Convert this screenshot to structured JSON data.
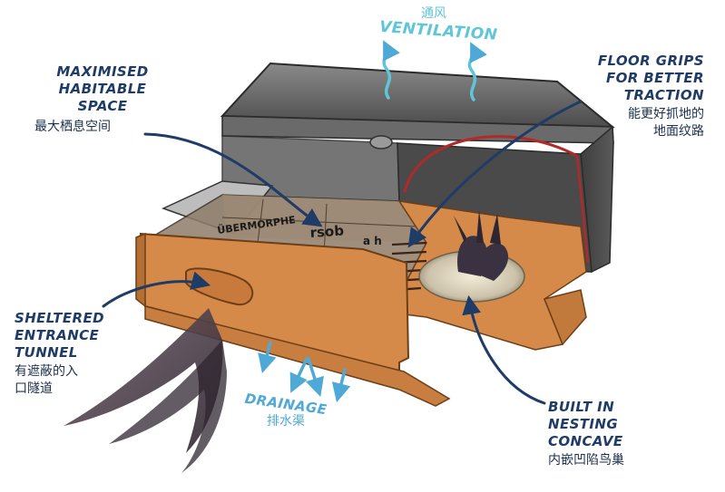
{
  "labels": {
    "ventilation": {
      "en": "VENTILATION",
      "zh": "通风"
    },
    "maximised": {
      "en": "MAXIMISED\nHABITABLE\nSPACE",
      "zh": "最大栖息空间"
    },
    "floor_grips": {
      "en": "FLOOR GRIPS\nFOR BETTER\nTRACTION",
      "zh": "能更好抓地的\n地面纹路"
    },
    "sheltered": {
      "en": "SHELTERED\nENTRANCE\nTUNNEL",
      "zh": "有遮蔽的入\n口隧道"
    },
    "drainage": {
      "en": "DRAINAGE",
      "zh": "排水渠"
    },
    "nesting": {
      "en": "BUILT IN\nNESTING\nCONCAVE",
      "zh": "内嵌凹陷鸟巢"
    }
  },
  "box_print": {
    "brand": "ÜBERMORPHE",
    "text1": "rsob",
    "text2": "a h"
  },
  "colors": {
    "label": "#1f3c66",
    "accent": "#5ec6d8",
    "orange": "#d68a4a",
    "shell": "#5c5c5c"
  }
}
